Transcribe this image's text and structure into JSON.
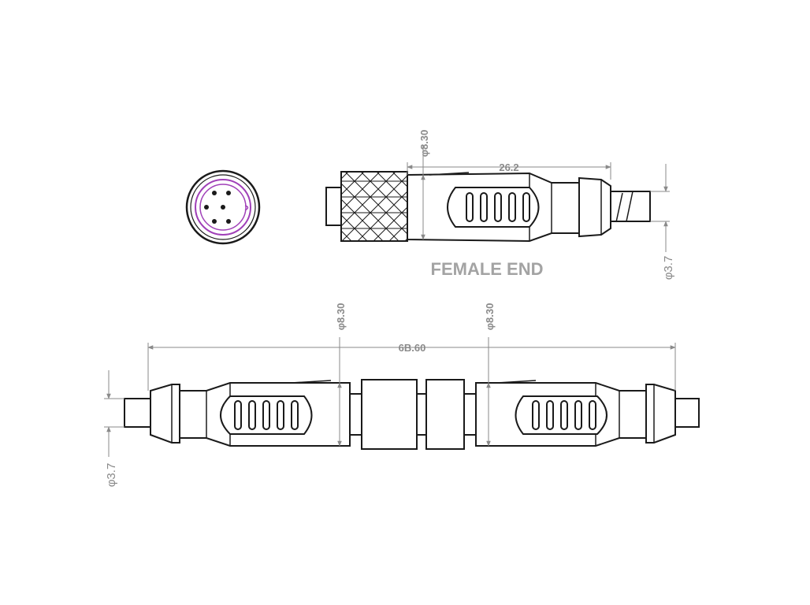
{
  "female_end": {
    "caption": "FEMALE END",
    "diameter_label": "φ8.30",
    "length_label": "26.2",
    "cable_diameter_label": "φ3.7"
  },
  "full_cable": {
    "length_label": "6B.60",
    "left_diameter_label": "φ8.30",
    "right_diameter_label": "φ8.30",
    "cable_diameter_label": "φ3.7"
  },
  "colors": {
    "outline": "#1a1a1a",
    "dimension": "#8a8a8a",
    "pin_ring": "#a040b8"
  }
}
